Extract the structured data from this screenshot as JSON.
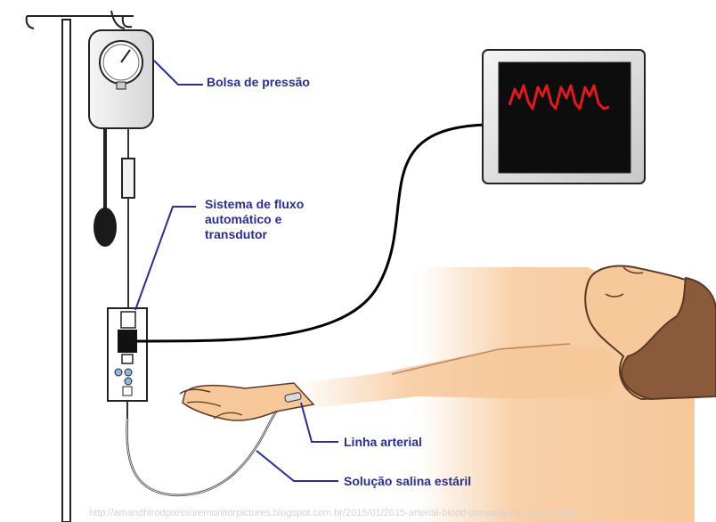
{
  "labels": {
    "pressure_bag": "Bolsa de pressão",
    "flush_system_line1": "Sistema de fluxo",
    "flush_system_line2": "automático e",
    "flush_system_line3": "transdutor",
    "arterial_line": "Linha arterial",
    "saline": "Solução salina estáril"
  },
  "source_url": "http://amandhlrodpressuremonitorpictures.blogspot.com.br/2015/01/2015-arterial-blood-pressure-monitoring.html",
  "colors": {
    "label_text": "#2b2e8f",
    "monitor_waveform": "#e0191f",
    "skin": "#f6c89a",
    "hair": "#8a5a3a"
  },
  "icons": {
    "monitor": "monitor-icon",
    "pressure_bag": "pressure-bag-icon",
    "gauge": "gauge-icon",
    "transducer": "transducer-icon",
    "bulb": "inflation-bulb-icon"
  }
}
